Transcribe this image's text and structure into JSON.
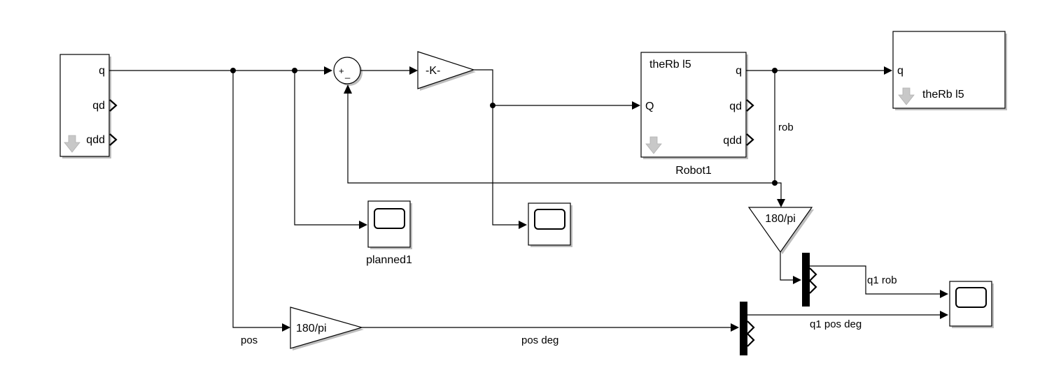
{
  "blocks": {
    "trajectory": {
      "ports_out": [
        "q",
        "qd",
        "qdd"
      ]
    },
    "sum": {
      "plus": "+",
      "minus": "_"
    },
    "gain_k": {
      "label": "-K-"
    },
    "robot": {
      "title": "theRb l5",
      "port_in": "Q",
      "ports_out": [
        "q",
        "qd",
        "qdd"
      ],
      "name": "Robot1"
    },
    "plot_block": {
      "port_in": "q",
      "caption": "theRb l5"
    },
    "gain_rob": {
      "label": "180/pi"
    },
    "gain_pos": {
      "label": "180/pi"
    },
    "scope_planned": {
      "name": "planned1"
    }
  },
  "signals": {
    "rob": "rob",
    "pos": "pos",
    "pos_deg": "pos deg",
    "q1_rob": "q1 rob",
    "q1_pos_deg": "q1 pos deg"
  }
}
